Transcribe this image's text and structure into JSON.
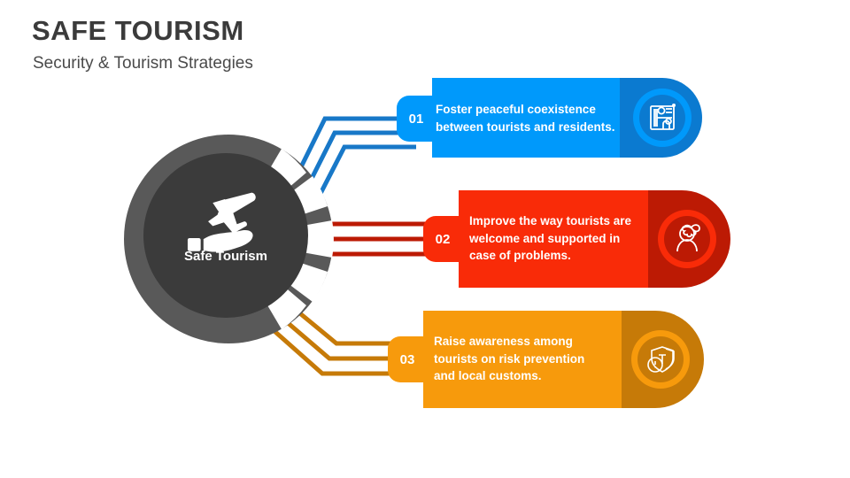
{
  "header": {
    "title": "SAFE TOURISM",
    "subtitle": "Security & Tourism Strategies"
  },
  "hub": {
    "label": "Safe Tourism",
    "icon": "plane-on-hand-icon",
    "ring_color": "#595959",
    "core_color": "#3b3b3b"
  },
  "cards": [
    {
      "number": "01",
      "lines": [
        "Foster peaceful coexistence",
        "between tourists and residents."
      ],
      "icon": "checklist-person-icon",
      "color": "#0099fb",
      "dark_color": "#0b7ad0",
      "connector_color": "#1878c8"
    },
    {
      "number": "02",
      "lines": [
        "Improve the way tourists are",
        "welcome and supported in",
        "case of problems."
      ],
      "icon": "support-agent-icon",
      "color": "#f92b08",
      "dark_color": "#bc1a04",
      "connector_color": "#bc1a04"
    },
    {
      "number": "03",
      "lines": [
        "Raise awareness among",
        "tourists on risk prevention",
        "and local customs."
      ],
      "icon": "shield-alert-icon",
      "color": "#f79a0c",
      "dark_color": "#c67a08",
      "connector_color": "#c67a08"
    }
  ]
}
